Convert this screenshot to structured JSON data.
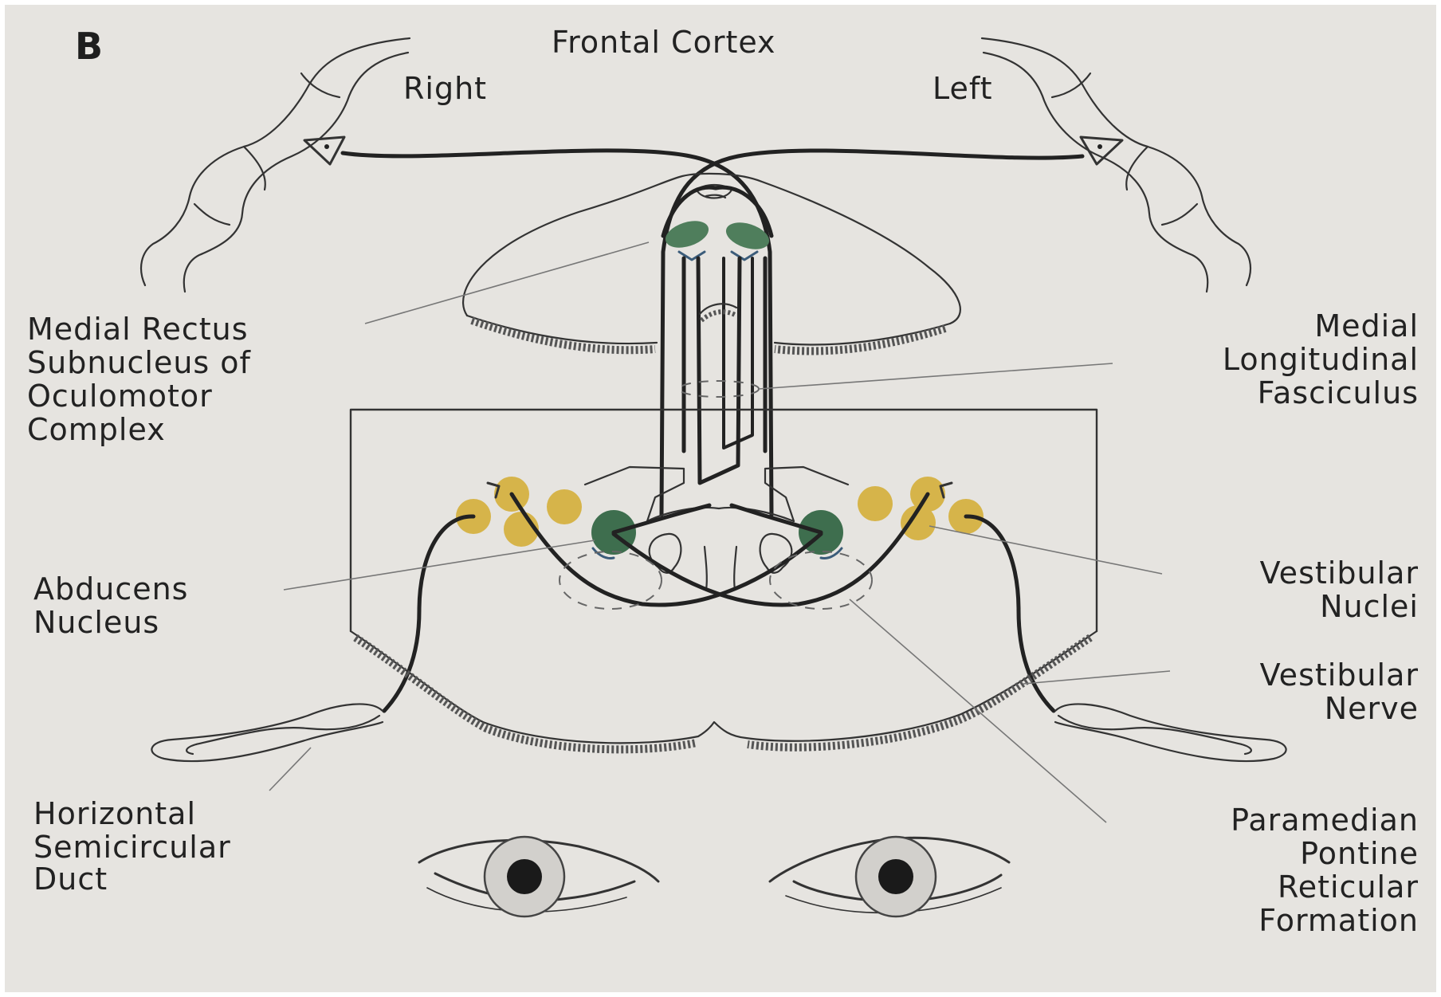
{
  "panel_letter": "B",
  "top": {
    "title": "Frontal Cortex",
    "right": "Right",
    "left": "Left"
  },
  "labels": {
    "medial_rectus": [
      "Medial Rectus",
      "Subnucleus of",
      "Oculomotor",
      "Complex"
    ],
    "mlf": [
      "Medial",
      "Longitudinal",
      "Fasciculus"
    ],
    "abducens": [
      "Abducens",
      "Nucleus"
    ],
    "vestibular_nuclei": [
      "Vestibular",
      "Nuclei"
    ],
    "vestibular_nerve": [
      "Vestibular",
      "Nerve"
    ],
    "horizontal_duct": [
      "Horizontal",
      "Semicircular",
      "Duct"
    ],
    "pprf": [
      "Paramedian",
      "Pontine",
      "Reticular",
      "Formation"
    ]
  },
  "colors": {
    "background": "#e6e4e0",
    "oculomotor_green": "#4f7e5c",
    "abducens_green": "#3e6e4e",
    "vestibular_yellow": "#d6b44a",
    "ink": "#222222"
  }
}
